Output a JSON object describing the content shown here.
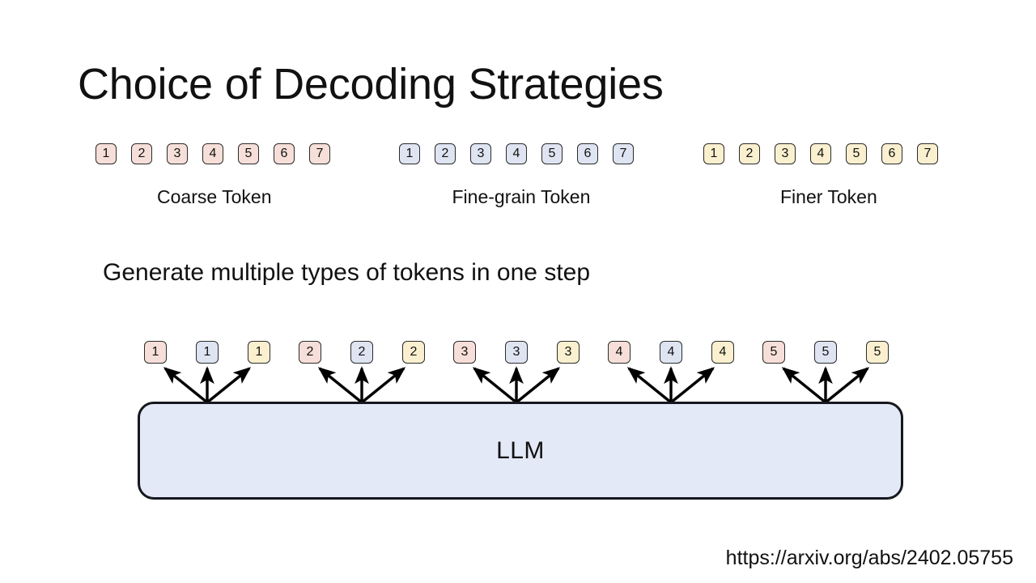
{
  "slide": {
    "title": "Choice of Decoding Strategies",
    "caption": "Generate multiple types of tokens in one step",
    "source_url": "https://arxiv.org/abs/2402.05755",
    "background_color": "#ffffff"
  },
  "colors": {
    "coarse_token_fill": "#f7dfd9",
    "fine_token_fill": "#dfe4f2",
    "finer_token_fill": "#faf0cf",
    "token_border": "#2b2b2b",
    "llm_box_fill": "#e3e9f7",
    "llm_box_border": "#16181d",
    "arrow_color": "#000000",
    "text_color": "#111111"
  },
  "token_rows": [
    {
      "name": "coarse",
      "label": "Coarse Token",
      "fill_color": "#f7dfd9",
      "tokens": [
        "1",
        "2",
        "3",
        "4",
        "5",
        "6",
        "7"
      ]
    },
    {
      "name": "fine-grain",
      "label": "Fine-grain Token",
      "fill_color": "#dfe4f2",
      "tokens": [
        "1",
        "2",
        "3",
        "4",
        "5",
        "6",
        "7"
      ]
    },
    {
      "name": "finer",
      "label": "Finer Token",
      "fill_color": "#faf0cf",
      "tokens": [
        "1",
        "2",
        "3",
        "4",
        "5",
        "6",
        "7"
      ]
    }
  ],
  "decode_groups": [
    {
      "step": "1",
      "tokens": [
        {
          "type": "coarse",
          "value": "1"
        },
        {
          "type": "fine",
          "value": "1"
        },
        {
          "type": "finer",
          "value": "1"
        }
      ]
    },
    {
      "step": "2",
      "tokens": [
        {
          "type": "coarse",
          "value": "2"
        },
        {
          "type": "fine",
          "value": "2"
        },
        {
          "type": "finer",
          "value": "2"
        }
      ]
    },
    {
      "step": "3",
      "tokens": [
        {
          "type": "coarse",
          "value": "3"
        },
        {
          "type": "fine",
          "value": "3"
        },
        {
          "type": "finer",
          "value": "3"
        }
      ]
    },
    {
      "step": "4",
      "tokens": [
        {
          "type": "coarse",
          "value": "4"
        },
        {
          "type": "fine",
          "value": "4"
        },
        {
          "type": "finer",
          "value": "4"
        }
      ]
    },
    {
      "step": "5",
      "tokens": [
        {
          "type": "coarse",
          "value": "5"
        },
        {
          "type": "fine",
          "value": "5"
        },
        {
          "type": "finer",
          "value": "5"
        }
      ]
    }
  ],
  "llm": {
    "label": "LLM"
  }
}
